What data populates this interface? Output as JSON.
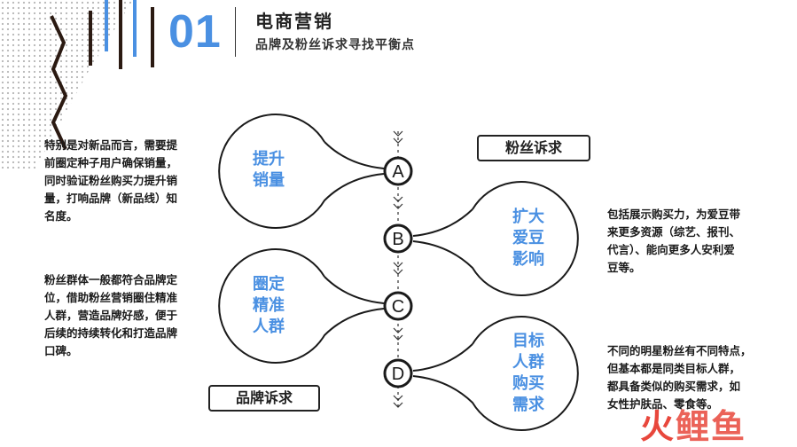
{
  "header": {
    "section_number": "01",
    "title": "电商营销",
    "subtitle": "品牌及粉丝诉求寻找平衡点"
  },
  "nodes": [
    {
      "letter": "A",
      "circle_label": [
        "提升",
        "销量"
      ],
      "side": "left"
    },
    {
      "letter": "B",
      "circle_label": [
        "扩大",
        "爱豆",
        "影响"
      ],
      "side": "right"
    },
    {
      "letter": "C",
      "circle_label": [
        "圈定",
        "精准",
        "人群"
      ],
      "side": "left"
    },
    {
      "letter": "D",
      "circle_label": [
        "目标",
        "人群",
        "购买",
        "需求"
      ],
      "side": "right"
    }
  ],
  "descriptions": {
    "a": [
      "特别是对新品而言，需要提",
      "前圈定种子用户确保销量，",
      "同时验证粉丝购买力提升销",
      "量，打响品牌（新品线）知",
      "名度。"
    ],
    "b": [
      "包括展示购买力，为爱豆带",
      "来更多资源（综艺、报刊、",
      "代言）、能向更多人安利爱",
      "豆等。"
    ],
    "c": [
      "粉丝群体一般都符合品牌定",
      "位，借助粉丝营销圈住精准",
      "人群，营造品牌好感，便于",
      "后续的持续转化和打造品牌",
      "口碑。"
    ],
    "d": [
      "不同的明星粉丝有不同特点，",
      "但基本都是同类目标人群，",
      "都具备类似的购买需求，如",
      "女性护肤品、零食等。"
    ]
  },
  "labels": {
    "fan_demand": "粉丝诉求",
    "brand_demand": "品牌诉求"
  },
  "watermark": {
    "part1": "火",
    "part2": "鲤鱼"
  },
  "colors": {
    "accent": "#4a90e2",
    "ink": "#222222",
    "watermark": "#e8473c"
  }
}
